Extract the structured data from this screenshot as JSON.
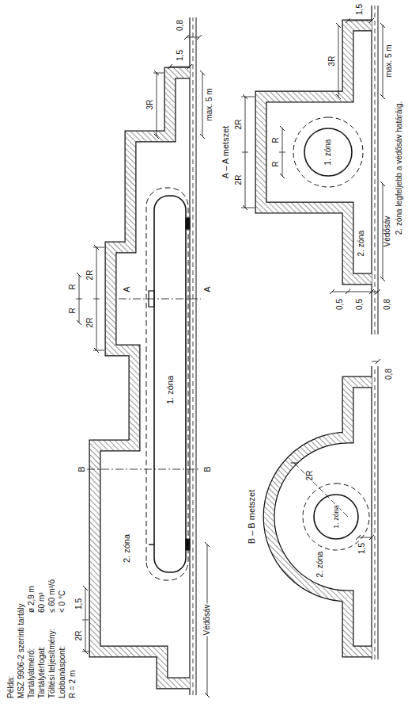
{
  "diagram": {
    "labels": [
      "Példa:",
      "MSZ 9906-2 szerinti tartály",
      "Tartályátmérő:",
      "ø 2,9 m",
      "Tartálytérfogat:",
      "60 m³",
      "Töltési teljesítmény:",
      "≤ 60 m³/ó",
      "Lobbanáspont:",
      "< 0 °C",
      "R = 2 m",
      "2R",
      "1,5",
      "B",
      "R",
      "R",
      "2R",
      "2R",
      "A",
      "2. zóna",
      "1. zóna",
      "3R",
      "1,5",
      "0,8",
      "B",
      "A",
      "Védősáv",
      "max. 5 m",
      "A – A metszet",
      "2R",
      "2R",
      "R",
      "R",
      "1. zóna",
      "2. zóna",
      "3R",
      "1,5",
      "0,5",
      "0,5",
      "0,8",
      "Védősáv",
      "max. 5 m",
      "2. zóna legfeljebb a védősáv határáig.",
      "B – B metszet",
      "2. zóna",
      "1. zóna",
      "2R",
      "1,5",
      "0,8"
    ]
  }
}
